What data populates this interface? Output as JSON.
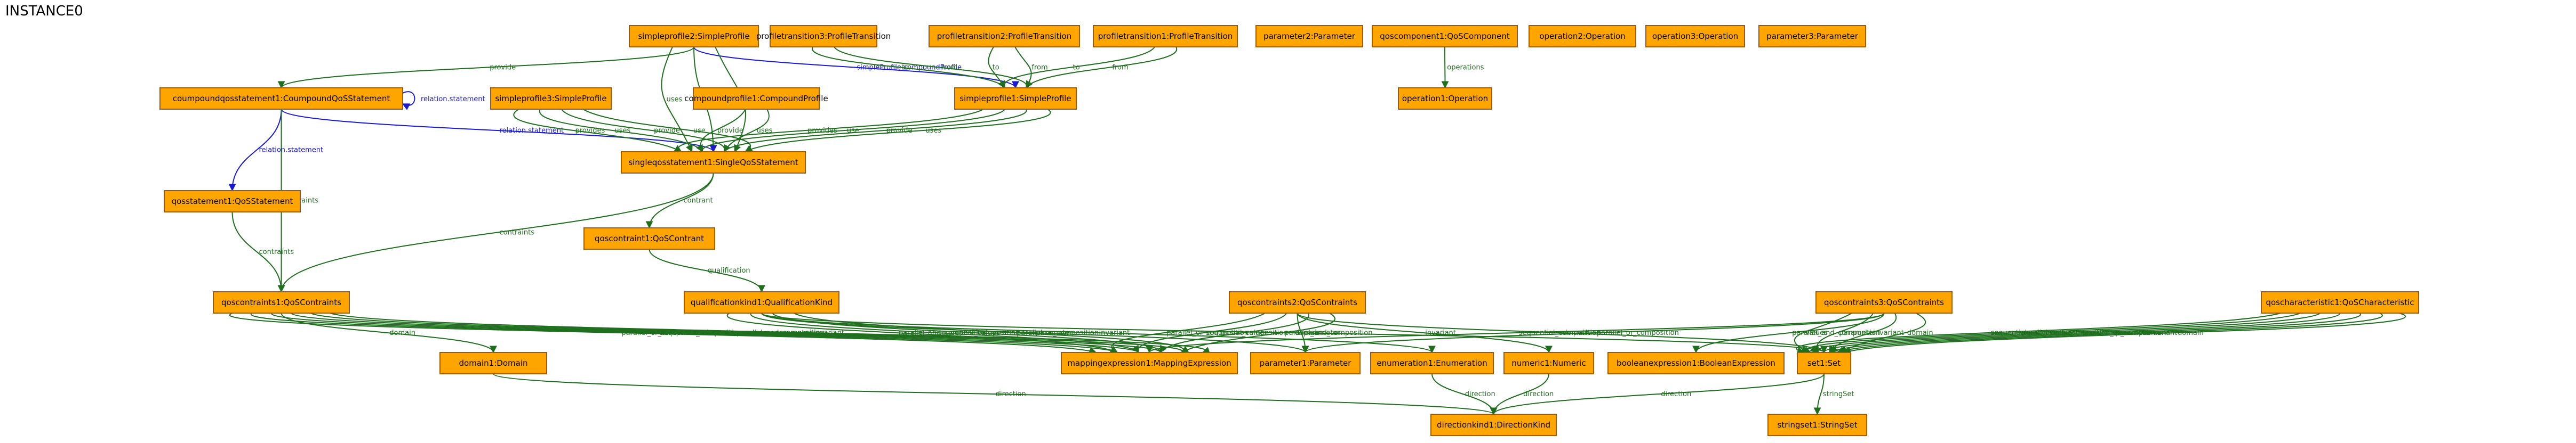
{
  "title": "INSTANCE0",
  "colors": {
    "node_fill": "#ffa500",
    "node_border": "#a05a00",
    "edge_green": "#1e6e1e",
    "edge_blue": "#1a1ad0"
  },
  "nodes": {
    "n1": "simpleprofile2:SimpleProfile",
    "n2": "profiletransition3:ProfileTransition",
    "n3": "profiletransition2:ProfileTransition",
    "n4": "profiletransition1:ProfileTransition",
    "n5": "parameter2:Parameter",
    "n6": "qoscomponent1:QoSComponent",
    "n7": "operation2:Operation",
    "n8": "operation3:Operation",
    "n9": "parameter3:Parameter",
    "n10": "coumpoundqosstatement1:CoumpoundQoSStatement",
    "n11": "simpleprofile3:SimpleProfile",
    "n12": "compoundprofile1:CompoundProfile",
    "n13": "simpleprofile1:SimpleProfile",
    "n14": "operation1:Operation",
    "n15": "singleqosstatement1:SingleQoSStatement",
    "n16": "qosstatement1:QoSStatement",
    "n17": "qoscontraint1:QoSContrant",
    "n18": "qoscontraints1:QoSContraints",
    "n19": "qualificationkind1:QualificationKind",
    "n20": "qoscontraints2:QoSContraints",
    "n21": "qoscontraints3:QoSContraints",
    "n22": "qoscharacteristic1:QoSCharacteristic",
    "n23": "domain1:Domain",
    "n24": "mappingexpression1:MappingExpression",
    "n25": "parameter1:Parameter",
    "n26": "enumeration1:Enumeration",
    "n27": "numeric1:Numeric",
    "n28": "booleanexpression1:BooleanExpression",
    "n29": "set1:Set",
    "n30": "directionkind1:DirectionKind",
    "n31": "stringset1:StringSet"
  },
  "edges": [
    {
      "from": "n1",
      "to": "n10",
      "label": "provide",
      "color": "green"
    },
    {
      "from": "n1",
      "to": "n13",
      "label": "simpleProfile.compoundProfile",
      "color": "blue"
    },
    {
      "from": "n1",
      "to": "n15",
      "label": "uses",
      "color": "green"
    },
    {
      "from": "n1",
      "to": "n15",
      "label": "use",
      "color": "green"
    },
    {
      "from": "n1",
      "to": "n15",
      "label": "provides",
      "color": "green"
    },
    {
      "from": "n2",
      "to": "n13",
      "label": "to",
      "color": "green"
    },
    {
      "from": "n2",
      "to": "n13",
      "label": "from",
      "color": "green"
    },
    {
      "from": "n3",
      "to": "n13",
      "label": "to",
      "color": "green"
    },
    {
      "from": "n3",
      "to": "n13",
      "label": "from",
      "color": "green"
    },
    {
      "from": "n4",
      "to": "n13",
      "label": "to",
      "color": "green"
    },
    {
      "from": "n4",
      "to": "n13",
      "label": "from",
      "color": "green"
    },
    {
      "from": "n6",
      "to": "n14",
      "label": "operations",
      "color": "green"
    },
    {
      "from": "n10",
      "to": "n10",
      "label": "relation.statement",
      "color": "blue"
    },
    {
      "from": "n10",
      "to": "n15",
      "label": "relation.statement",
      "color": "blue"
    },
    {
      "from": "n10",
      "to": "n16",
      "label": "relation.statement",
      "color": "blue"
    },
    {
      "from": "n10",
      "to": "n18",
      "label": "contraints",
      "color": "green"
    },
    {
      "from": "n11",
      "to": "n15",
      "label": "provides",
      "color": "green"
    },
    {
      "from": "n11",
      "to": "n15",
      "label": "uses",
      "color": "green"
    },
    {
      "from": "n11",
      "to": "n15",
      "label": "provide",
      "color": "green"
    },
    {
      "from": "n11",
      "to": "n15",
      "label": "use",
      "color": "green"
    },
    {
      "from": "n12",
      "to": "n15",
      "label": "provide",
      "color": "green"
    },
    {
      "from": "n12",
      "to": "n15",
      "label": "uses",
      "color": "green"
    },
    {
      "from": "n13",
      "to": "n15",
      "label": "provides",
      "color": "green"
    },
    {
      "from": "n13",
      "to": "n15",
      "label": "use",
      "color": "green"
    },
    {
      "from": "n13",
      "to": "n15",
      "label": "provide",
      "color": "green"
    },
    {
      "from": "n13",
      "to": "n15",
      "label": "uses",
      "color": "green"
    },
    {
      "from": "n15",
      "to": "n17",
      "label": "contrant",
      "color": "green"
    },
    {
      "from": "n15",
      "to": "n18",
      "label": "contraints",
      "color": "green"
    },
    {
      "from": "n16",
      "to": "n18",
      "label": "contraints",
      "color": "green"
    },
    {
      "from": "n17",
      "to": "n19",
      "label": "qualification",
      "color": "green"
    },
    {
      "from": "n18",
      "to": "n23",
      "label": "domain",
      "color": "green"
    },
    {
      "from": "n18",
      "to": "n24",
      "label": "parallel_or_composition",
      "color": "green"
    },
    {
      "from": "n18",
      "to": "n24",
      "label": "sequential_composition",
      "color": "green"
    },
    {
      "from": "n18",
      "to": "n24",
      "label": "values",
      "color": "green"
    },
    {
      "from": "n18",
      "to": "n24",
      "label": "parallel_and_composition",
      "color": "green"
    },
    {
      "from": "n18",
      "to": "n24",
      "label": "parameter",
      "color": "green"
    },
    {
      "from": "n18",
      "to": "n24",
      "label": "invariant",
      "color": "green"
    },
    {
      "from": "n19",
      "to": "n24",
      "label": "parallel_and_composition",
      "color": "green"
    },
    {
      "from": "n19",
      "to": "n24",
      "label": "sequential_composition",
      "color": "green"
    },
    {
      "from": "n19",
      "to": "n24",
      "label": "values",
      "color": "green"
    },
    {
      "from": "n19",
      "to": "n24",
      "label": "parallel_or_composition",
      "color": "green"
    },
    {
      "from": "n19",
      "to": "n25",
      "label": "parameter",
      "color": "green"
    },
    {
      "from": "n19",
      "to": "n26",
      "label": "invariant",
      "color": "green"
    },
    {
      "from": "n19",
      "to": "n29",
      "label": "domain",
      "color": "green"
    },
    {
      "from": "n20",
      "to": "n24",
      "label": "parallel_or_composition",
      "color": "green"
    },
    {
      "from": "n20",
      "to": "n24",
      "label": "sequential_composition",
      "color": "green"
    },
    {
      "from": "n20",
      "to": "n24",
      "label": "values",
      "color": "green"
    },
    {
      "from": "n20",
      "to": "n24",
      "label": "parallel_and_composition",
      "color": "green"
    },
    {
      "from": "n20",
      "to": "n25",
      "label": "parameter",
      "color": "green"
    },
    {
      "from": "n20",
      "to": "n27",
      "label": "invariant",
      "color": "green"
    },
    {
      "from": "n20",
      "to": "n29",
      "label": "domain",
      "color": "green"
    },
    {
      "from": "n21",
      "to": "n24",
      "label": "sequential_composition",
      "color": "green"
    },
    {
      "from": "n21",
      "to": "n25",
      "label": "parallel_or_composition",
      "color": "green"
    },
    {
      "from": "n21",
      "to": "n28",
      "label": "parallel_and_composition",
      "color": "green"
    },
    {
      "from": "n21",
      "to": "n29",
      "label": "values",
      "color": "green"
    },
    {
      "from": "n21",
      "to": "n29",
      "label": "parameter",
      "color": "green"
    },
    {
      "from": "n21",
      "to": "n29",
      "label": "invariant",
      "color": "green"
    },
    {
      "from": "n21",
      "to": "n29",
      "label": "domain",
      "color": "green"
    },
    {
      "from": "n22",
      "to": "n29",
      "label": "sequential_composition",
      "color": "green"
    },
    {
      "from": "n22",
      "to": "n29",
      "label": "parallel_and_composition",
      "color": "green"
    },
    {
      "from": "n22",
      "to": "n29",
      "label": "values",
      "color": "green"
    },
    {
      "from": "n22",
      "to": "n29",
      "label": "parallel_or_composition",
      "color": "green"
    },
    {
      "from": "n22",
      "to": "n29",
      "label": "parameter",
      "color": "green"
    },
    {
      "from": "n22",
      "to": "n29",
      "label": "invariant",
      "color": "green"
    },
    {
      "from": "n22",
      "to": "n29",
      "label": "domain",
      "color": "green"
    },
    {
      "from": "n23",
      "to": "n30",
      "label": "direction",
      "color": "green"
    },
    {
      "from": "n26",
      "to": "n30",
      "label": "direction",
      "color": "green"
    },
    {
      "from": "n27",
      "to": "n30",
      "label": "direction",
      "color": "green"
    },
    {
      "from": "n29",
      "to": "n30",
      "label": "direction",
      "color": "green"
    },
    {
      "from": "n29",
      "to": "n31",
      "label": "stringSet",
      "color": "green"
    }
  ]
}
